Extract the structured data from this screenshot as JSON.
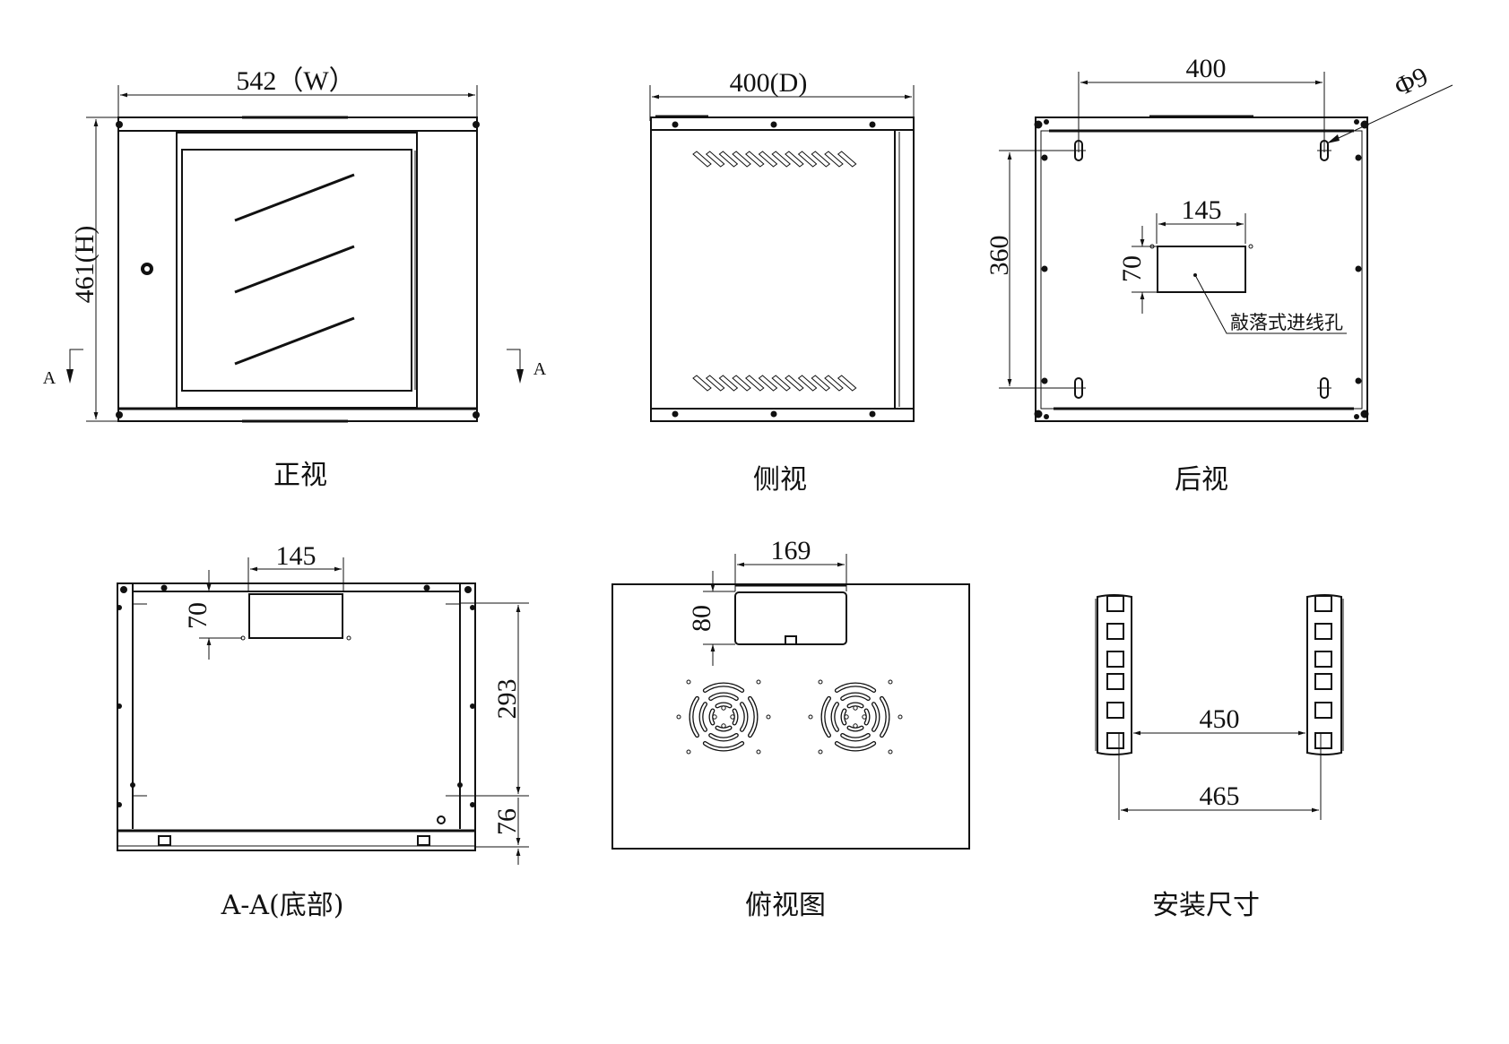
{
  "views": {
    "front": {
      "caption": "正视",
      "width_dim": "542（W）",
      "height_dim": "461(H)",
      "section_mark_left": "A",
      "section_mark_right": "A"
    },
    "side": {
      "caption": "侧视",
      "depth_dim": "400(D)"
    },
    "rear": {
      "caption": "后视",
      "hole_spacing_dim": "400",
      "hole_diameter_dim": "Φ9",
      "vertical_spacing_dim": "360",
      "knockout_width_dim": "145",
      "knockout_height_dim": "70",
      "knockout_note": "敲落式进线孔"
    },
    "bottom": {
      "caption": "A-A(底部)",
      "knockout_width_dim": "145",
      "knockout_height_dim": "70",
      "depth_dim_1": "293",
      "depth_dim_2": "76"
    },
    "top": {
      "caption": "俯视图",
      "opening_width_dim": "169",
      "opening_height_dim": "80"
    },
    "mounting": {
      "caption": "安装尺寸",
      "inner_dim": "450",
      "outer_dim": "465"
    }
  },
  "colors": {
    "line": "#111111",
    "background": "#ffffff"
  }
}
